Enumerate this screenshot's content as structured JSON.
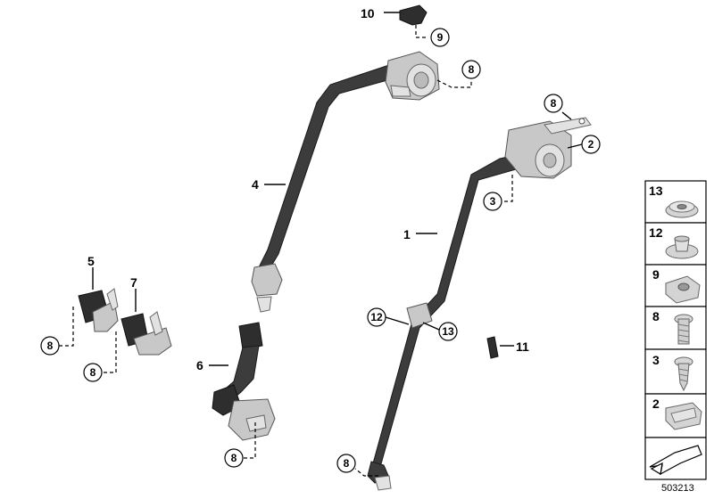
{
  "callouts": {
    "p1": "1",
    "p2": "2",
    "p3": "3",
    "p4": "4",
    "p5": "5",
    "p6": "6",
    "p7": "7",
    "p8": "8",
    "p9": "9",
    "p10": "10",
    "p11": "11",
    "p12": "12",
    "p13": "13"
  },
  "legend": {
    "items": [
      "13",
      "12",
      "9",
      "8",
      "3",
      "2"
    ]
  },
  "doc_number": "503213"
}
